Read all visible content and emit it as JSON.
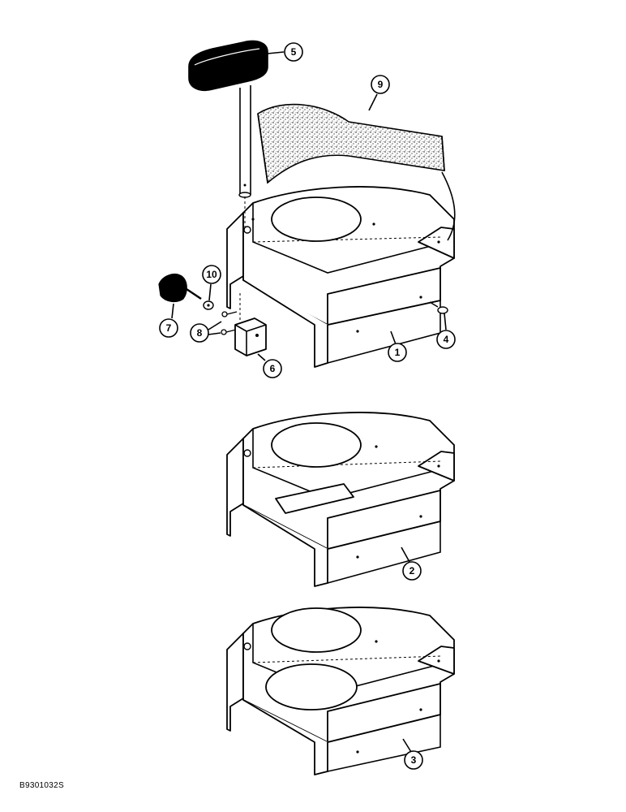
{
  "callouts": {
    "c1": "1",
    "c2": "2",
    "c3": "3",
    "c4": "4",
    "c5": "5",
    "c6": "6",
    "c7": "7",
    "c8": "8",
    "c9": "9",
    "c10": "10"
  },
  "document_id": "B9301032S"
}
